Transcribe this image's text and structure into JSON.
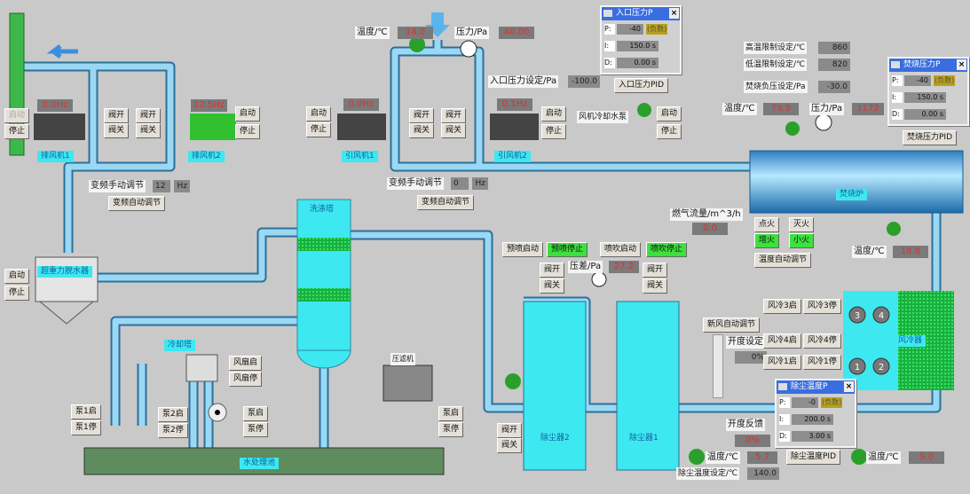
{
  "exhaust": {
    "fan1": {
      "name": "排风机1",
      "freq": "0.0Hz"
    },
    "fan2": {
      "name": "排风机2",
      "freq": "12.5Hz"
    },
    "start": "启动",
    "stop": "停止",
    "valve_open": "阀开",
    "valve_close": "阀关",
    "manual_label": "变频手动调节",
    "manual_value": "12",
    "unit": "Hz",
    "auto": "变频自动调节"
  },
  "dehydrator": {
    "name": "超重力脱水器",
    "start": "启动",
    "stop": "停止"
  },
  "inlet": {
    "temp_label": "温度/℃",
    "temp": "14.0",
    "press_label": "压力/Pa",
    "press": "40.00",
    "set_label": "入口压力设定/Pa",
    "set_value": "-100.0",
    "pid_button": "入口压力PID"
  },
  "induced": {
    "fan1": {
      "name": "引风机1",
      "freq": "0.0Hz"
    },
    "fan2": {
      "name": "引风机2",
      "freq": "0.1Hz"
    },
    "start": "启动",
    "stop": "停止",
    "valve_open": "阀开",
    "valve_close": "阀关",
    "manual_label": "变频手动调节",
    "manual_value": "0",
    "unit": "Hz",
    "auto": "变频自动调节",
    "cooling_pump": "风机冷却水泵"
  },
  "pid1": {
    "title": "入口压力P",
    "p": "-40",
    "neg": "(负数)",
    "i": "150.0 s",
    "d": "0.00 s",
    "pk": "P:",
    "ik": "I:",
    "dk": "D:"
  },
  "pid2": {
    "title": "焚烧压力P",
    "p": "-40",
    "neg": "(负数)",
    "i": "150.0 s",
    "d": "0.00 s",
    "pk": "P:",
    "ik": "I:",
    "dk": "D:",
    "button": "焚烧压力PID"
  },
  "pid3": {
    "title": "除尘温度P",
    "p": "-0",
    "neg": "(负数)",
    "i": "200.0 s",
    "d": "3.00 s",
    "pk": "P:",
    "ik": "I:",
    "dk": "D:",
    "button": "除尘温度PID"
  },
  "furnace": {
    "name": "焚烧炉",
    "hi_label": "高温限制设定/℃",
    "hi": "860",
    "lo_label": "低温限制设定/℃",
    "lo": "820",
    "neg_label": "焚烧负压设定/Pa",
    "neg": "-30.0",
    "temp_label": "温度/℃",
    "temp": "79.9",
    "press_label": "压力/Pa",
    "press": "1172",
    "gas_label": "燃气流量/m^3/h",
    "gas": "0.0",
    "ignite": "点火",
    "extinguish": "灭火",
    "big": "增火",
    "small": "小火",
    "auto": "温度自动调节",
    "out_temp_label": "温度/℃",
    "out_temp": "18.8"
  },
  "scrubber": {
    "name": "洗涤塔",
    "cooling_tower": "冷却塔",
    "fan_start": "风扇启",
    "fan_stop": "风扇停",
    "filter_press": "压滤机",
    "pool": "水处理池",
    "p1s": "泵1启",
    "p1t": "泵1停",
    "p2s": "泵2启",
    "p2t": "泵2停",
    "ps": "泵启",
    "pt": "泵停"
  },
  "dust": {
    "pre_start": "预喷启动",
    "pre_stop": "预喷停止",
    "blow_start": "喷吹启动",
    "blow_stop": "喷吹停止",
    "valve_open": "阀开",
    "valve_close": "阀关",
    "dp_label": "压差/Pa",
    "dp": "27.2",
    "c1": "除尘器1",
    "c2": "除尘器2",
    "temp_label": "温度/℃",
    "temp": "5.7",
    "set_label": "除尘温度设定/℃",
    "set": "140.0"
  },
  "fresh": {
    "auto": "新风自动调节",
    "open_set": "开度设定",
    "open_set_val": "0%",
    "open_fb": "开度反馈",
    "open_fb_val": "0%"
  },
  "cooler": {
    "name": "风冷器",
    "s3": "风冷3启",
    "t3": "风冷3停",
    "s4": "风冷4启",
    "t4": "风冷4停",
    "s1": "风冷1启",
    "t1": "风冷1停",
    "fans": [
      "1",
      "2",
      "3",
      "4"
    ],
    "temp_label": "温度/℃",
    "temp": "9.0"
  }
}
